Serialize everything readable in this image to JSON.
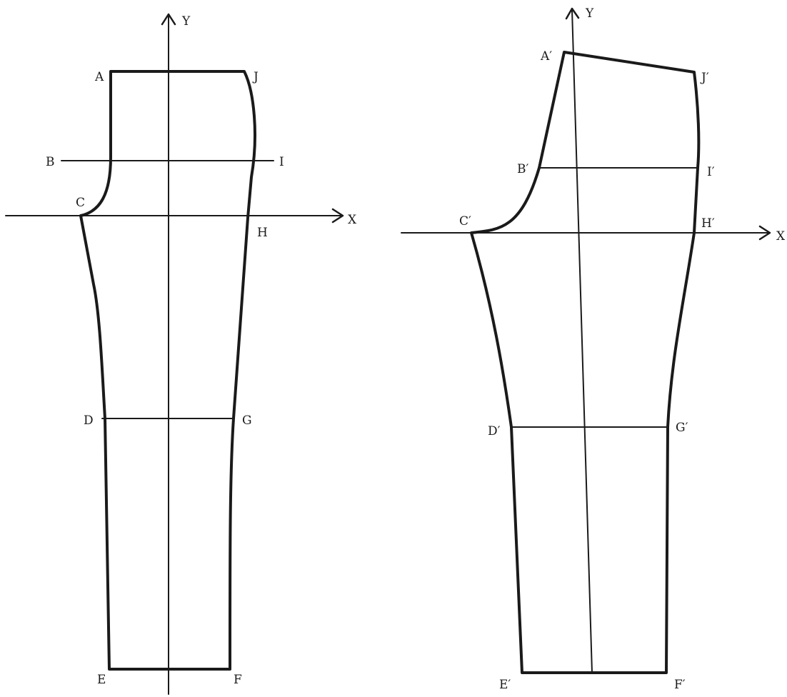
{
  "left_figure": {
    "points": {
      "A": "A",
      "B": "B",
      "C": "C",
      "D": "D",
      "E": "E",
      "F": "F",
      "G": "G",
      "H": "H",
      "I": "I",
      "J": "J"
    },
    "axes": {
      "x": "X",
      "y": "Y"
    }
  },
  "right_figure": {
    "points": {
      "A": "A′",
      "B": "B′",
      "C": "C′",
      "D": "D′",
      "E": "E′",
      "F": "F′",
      "G": "G′",
      "H": "H′",
      "I": "I′",
      "J": "J′"
    },
    "axes": {
      "x": "X",
      "y": "Y"
    }
  },
  "colors": {
    "stroke": "#1a1a1a",
    "background": "#ffffff"
  }
}
